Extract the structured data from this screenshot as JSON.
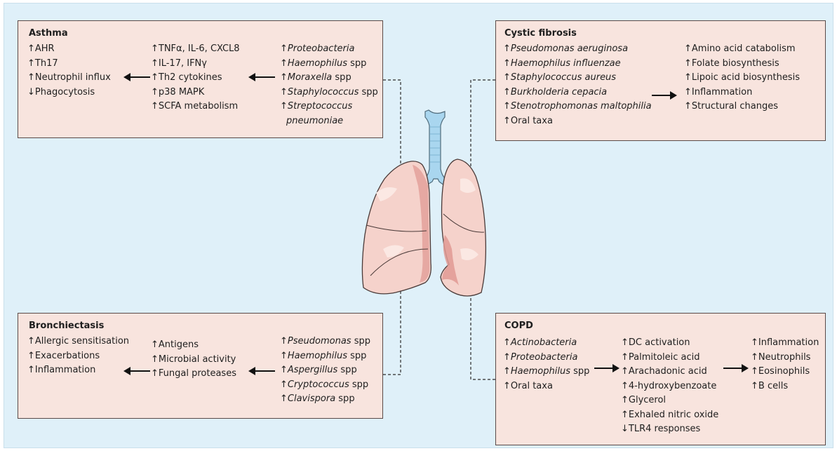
{
  "asthma": {
    "title": "Asthma",
    "outcomes": [
      "↑AHR",
      "↑Th17",
      "↑Neutrophil influx",
      "↓Phagocytosis"
    ],
    "mediators": [
      "↑TNFα, IL-6, CXCL8",
      "↑IL-17, IFNγ",
      "↑Th2 cytokines",
      "↑p38 MAPK",
      "↑SCFA metabolism"
    ],
    "taxa": [
      {
        "arrow": "↑",
        "name": "Proteobacteria",
        "suffix": ""
      },
      {
        "arrow": "↑",
        "name": "Haemophilus",
        "suffix": " spp"
      },
      {
        "arrow": "↑",
        "name": "Moraxella",
        "suffix": " spp"
      },
      {
        "arrow": "↑",
        "name": "Staphylococcus",
        "suffix": " spp"
      },
      {
        "arrow": "↑",
        "name": "Streptococcus",
        "suffix": ""
      },
      {
        "arrow": "",
        "name": "pneumoniae",
        "suffix": ""
      }
    ]
  },
  "cystic_fibrosis": {
    "title": "Cystic fibrosis",
    "taxa": [
      {
        "arrow": "↑",
        "name": "Pseudomonas aeruginosa",
        "suffix": ""
      },
      {
        "arrow": "↑",
        "name": "Haemophilus influenzae",
        "suffix": ""
      },
      {
        "arrow": "↑",
        "name": "Staphylococcus aureus",
        "suffix": ""
      },
      {
        "arrow": "↑",
        "name": "Burkholderia cepacia",
        "suffix": ""
      },
      {
        "arrow": "↑",
        "name": "Stenotrophomonas maltophilia",
        "suffix": ""
      },
      {
        "arrow": "↑",
        "name": "",
        "suffix": "Oral taxa"
      }
    ],
    "outcomes": [
      "↑Amino acid catabolism",
      "↑Folate biosynthesis",
      "↑Lipoic acid biosynthesis",
      "↑Inflammation",
      "↑Structural changes"
    ]
  },
  "bronchiectasis": {
    "title": "Bronchiectasis",
    "outcomes": [
      "↑Allergic sensitisation",
      "↑Exacerbations",
      "↑Inflammation"
    ],
    "mediators": [
      "↑Antigens",
      "↑Microbial activity",
      "↑Fungal proteases"
    ],
    "taxa": [
      {
        "arrow": "↑",
        "name": "Pseudomonas",
        "suffix": " spp"
      },
      {
        "arrow": "↑",
        "name": "Haemophilus",
        "suffix": " spp"
      },
      {
        "arrow": "↑",
        "name": "Aspergillus",
        "suffix": " spp"
      },
      {
        "arrow": "↑",
        "name": "Cryptococcus",
        "suffix": " spp"
      },
      {
        "arrow": "↑",
        "name": "Clavispora",
        "suffix": " spp"
      }
    ]
  },
  "copd": {
    "title": "COPD",
    "taxa": [
      {
        "arrow": "↑",
        "name": "Actinobacteria",
        "suffix": ""
      },
      {
        "arrow": "↑",
        "name": "Proteobacteria",
        "suffix": ""
      },
      {
        "arrow": "↑",
        "name": "Haemophilus",
        "suffix": " spp"
      },
      {
        "arrow": "↑",
        "name": "",
        "suffix": "Oral taxa"
      }
    ],
    "mediators": [
      "↑DC activation",
      "↑Palmitoleic acid",
      "↑Arachadonic acid",
      "↑4-hydroxybenzoate",
      "↑Glycerol",
      "↑Exhaled nitric oxide",
      "↓TLR4 responses"
    ],
    "outcomes": [
      "↑Inflammation",
      "↑Neutrophils",
      "↑Eosinophils",
      "↑B cells"
    ]
  },
  "colors": {
    "background": "#dff0f9",
    "box_fill": "#f8e4de",
    "trachea": "#a9d6ef",
    "lung_fill": "#f5d2cb",
    "lung_dark": "#e09a94"
  }
}
